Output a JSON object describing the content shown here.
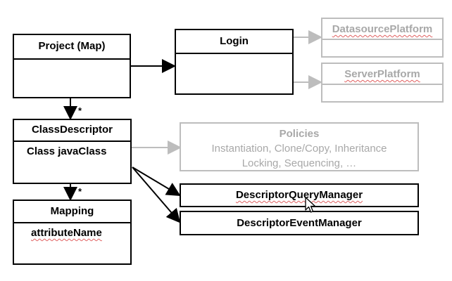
{
  "classes": {
    "project": {
      "title": "Project (Map)"
    },
    "login": {
      "title": "Login"
    },
    "datasource_platform": {
      "title": "DatasourcePlatform"
    },
    "server_platform": {
      "title": "ServerPlatform"
    },
    "class_descriptor": {
      "title": "ClassDescriptor",
      "attribute": "Class javaClass"
    },
    "policies": {
      "title": "Policies",
      "line1": "Instantiation, Clone/Copy, Inheritance",
      "line2": "Locking, Sequencing, …"
    },
    "descriptor_query_manager": {
      "title": "DescriptorQueryManager"
    },
    "descriptor_event_manager": {
      "title": "DescriptorEventManager"
    },
    "mapping": {
      "title": "Mapping",
      "attribute": "attributeName"
    }
  },
  "multiplicities": {
    "project_to_descriptor": "*",
    "descriptor_to_mapping": "*"
  },
  "colors": {
    "active": "#000000",
    "inactive": "#bdbdbd",
    "inactive_text": "#a8a8a8",
    "spellcheck": "#e06060"
  }
}
